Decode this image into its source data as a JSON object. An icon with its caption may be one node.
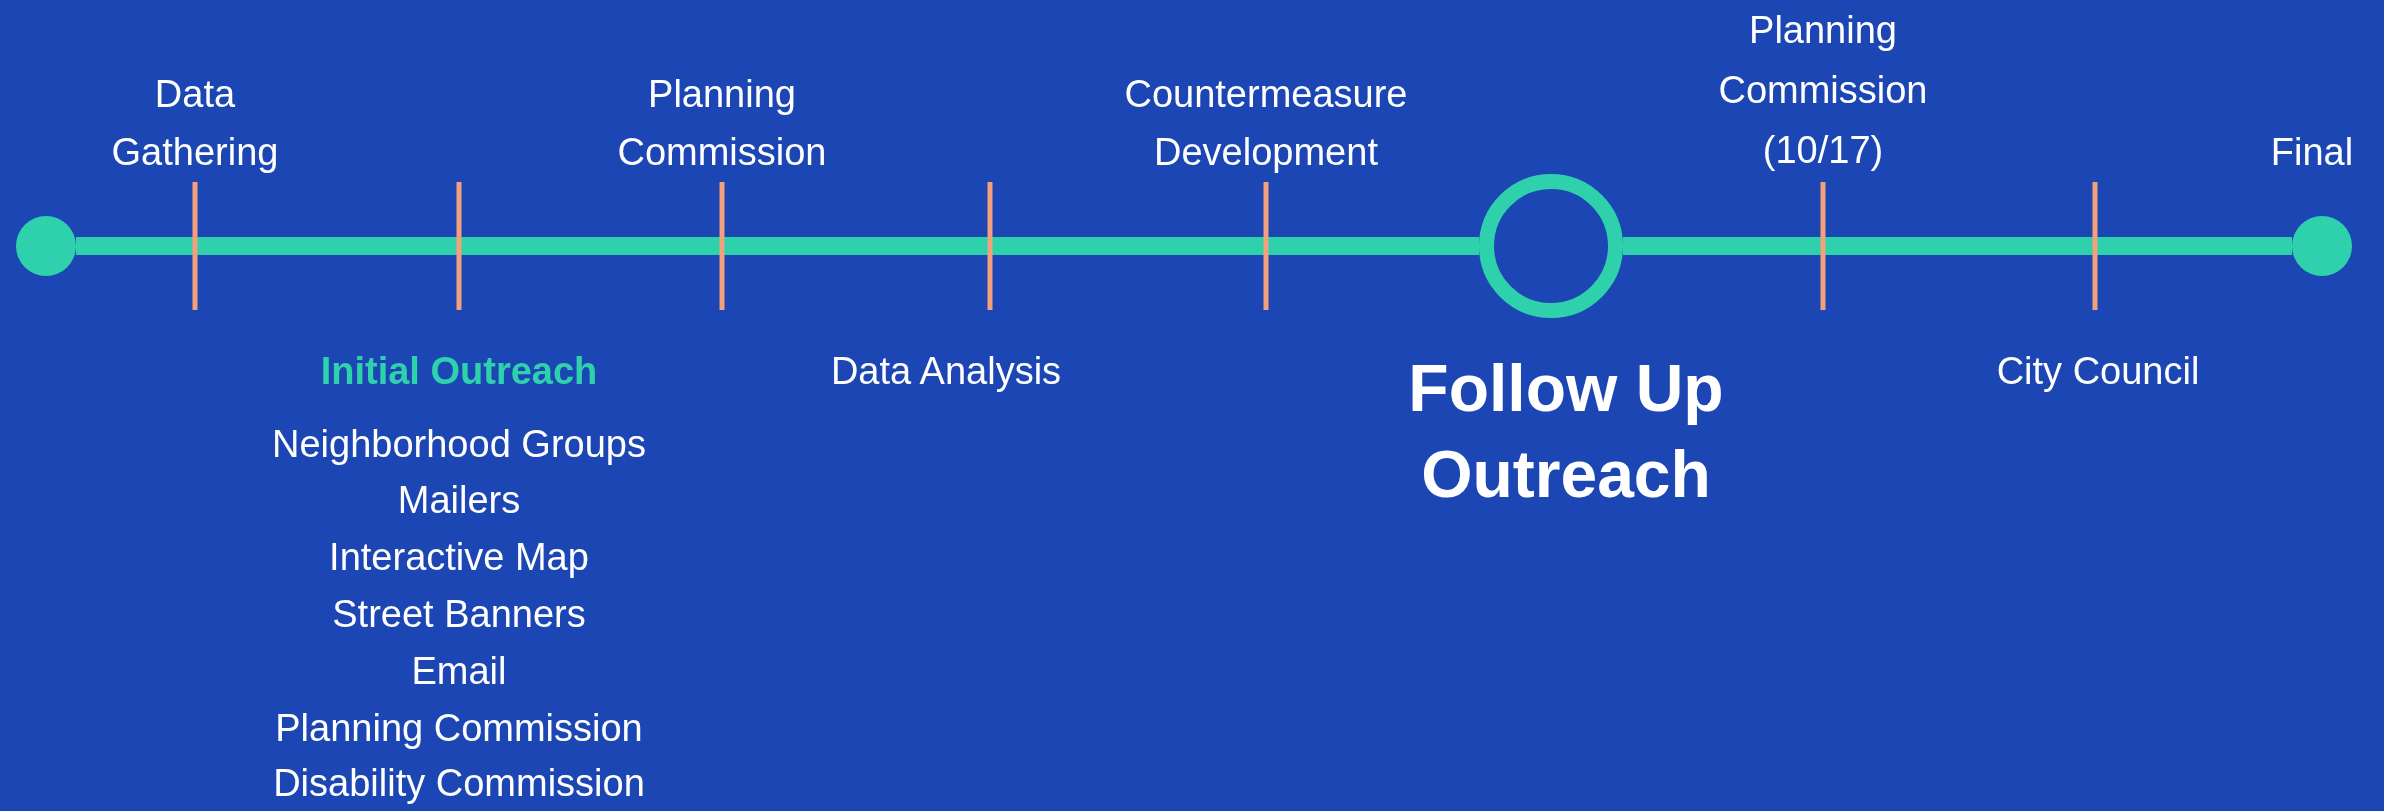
{
  "diagram": {
    "nodes": [
      {
        "text": [],
        "shape": "circle"
      },
      {
        "text": [],
        "shape": "circle",
        "beside": [
          "Follow Up Outreach"
        ]
      },
      {
        "text": [],
        "shape": "circle",
        "beside": [
          "Final"
        ]
      }
    ],
    "edges": [
      {
        "from": 0,
        "to": 1,
        "arrow": "none"
      },
      {
        "from": 1,
        "to": 2,
        "arrow": "none"
      }
    ],
    "labels": [
      "Data Gathering",
      "Planning Commission",
      "Countermeasure Development",
      "Planning Commission (10/17)",
      "Initial Outreach",
      "Neighborhood Groups",
      "Mailers",
      "Interactive Map",
      "Street Banners",
      "Email",
      "Planning Commission",
      "Disability Commission",
      "Data Analysis",
      "City Council"
    ]
  }
}
